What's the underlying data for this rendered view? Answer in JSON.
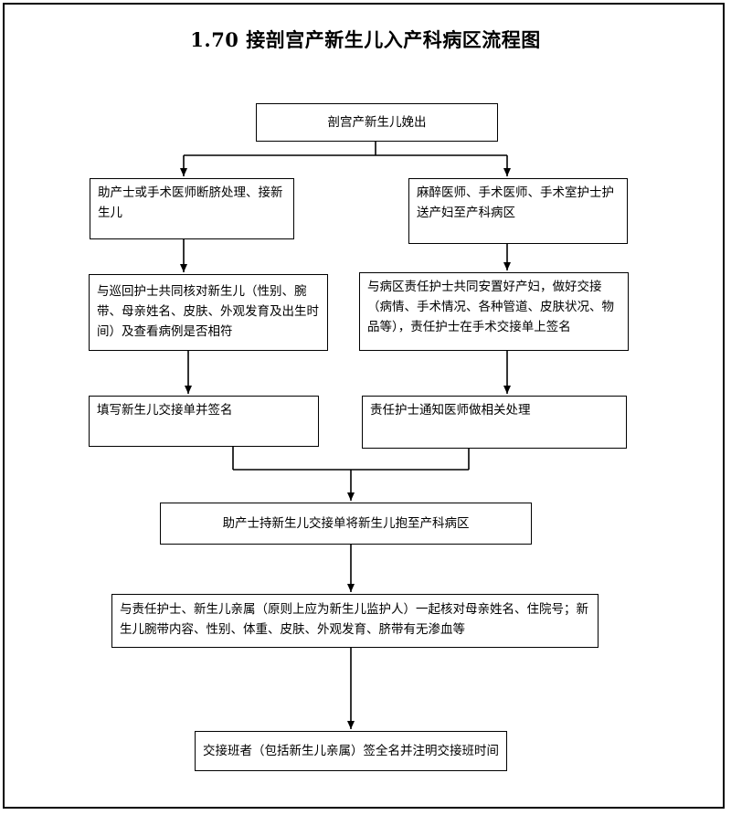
{
  "title": "1.70 接剖宫产新生儿入产科病区流程图",
  "boxes": {
    "start": "剖宫产新生儿娩出",
    "left1": "助产士或手术医师断脐处理、接新生儿",
    "right1": "麻醉医师、手术医师、手术室护士护送产妇至产科病区",
    "left2": "与巡回护士共同核对新生儿（性别、腕带、母亲姓名、皮肤、外观发育及出生时间）及查看病例是否相符",
    "right2": "与病区责任护士共同安置好产妇，做好交接（病情、手术情况、各种管道、皮肤状况、物品等），责任护士在手术交接单上签名",
    "left3": "填写新生儿交接单并签名",
    "right3": "责任护士通知医师做相关处理",
    "merge": "助产士持新生儿交接单将新生儿抱至产科病区",
    "verify": "与责任护士、新生儿亲属（原则上应为新生儿监护人）一起核对母亲姓名、住院号；新生儿腕带内容、性别、体重、皮肤、外观发育、脐带有无渗血等",
    "end": "交接班者（包括新生儿亲属）签全名并注明交接班时间"
  }
}
